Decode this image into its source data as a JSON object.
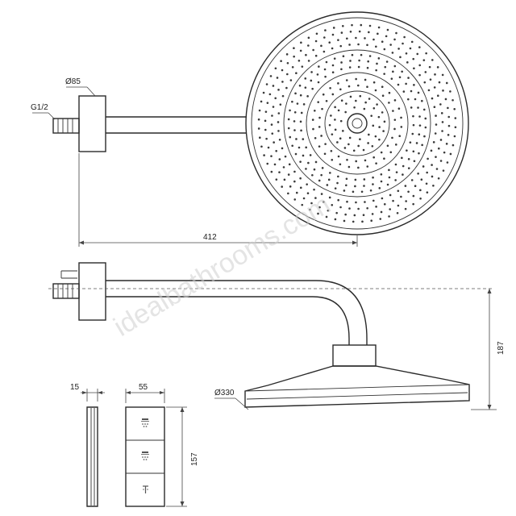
{
  "labels": {
    "thread": "G1/2",
    "flange_diameter": "Ø85",
    "arm_length": "412",
    "drop_height": "187",
    "head_diameter": "Ø330",
    "control_depth": "15",
    "control_width": "55",
    "control_height": "157"
  },
  "watermark": "idealbathrooms.com",
  "colors": {
    "line": "#2a2a2a",
    "background": "#ffffff"
  },
  "icons": {
    "control_buttons": [
      "rain-shower-icon",
      "rain-shower-icon",
      "hand-shower-icon"
    ]
  }
}
